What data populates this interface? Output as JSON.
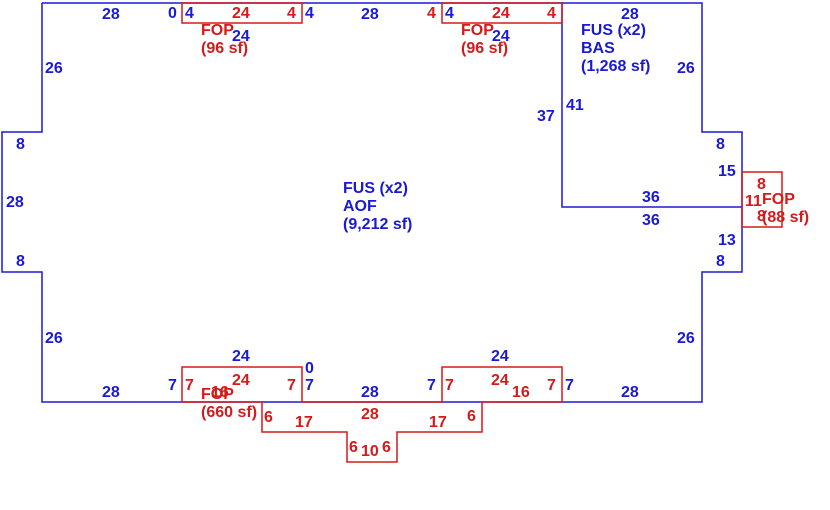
{
  "colors": {
    "main": "#1a1ad6",
    "porch": "#d61a1a"
  },
  "areas": {
    "aof": [
      "FUS (x2)",
      "AOF",
      "(9,212 sf)"
    ],
    "bas": [
      "FUS (x2)",
      "BAS",
      "(1,268 sf)"
    ],
    "fop_top_left": [
      "FOP",
      "(96 sf)"
    ],
    "fop_top_right": [
      "FOP",
      "(96 sf)"
    ],
    "fop_right": [
      "FOP",
      "(88 sf)"
    ],
    "fop_bottom": [
      "FOP",
      "(660 sf)"
    ]
  },
  "dims": {
    "top_28_left": "28",
    "top_0": "0",
    "top_4a": "4",
    "top_24_red_a": "24",
    "top_4_red_a": "4",
    "top_4b": "4",
    "top_28_mid": "28",
    "top_4_red_b": "4",
    "top_4c": "4",
    "top_24_red_b": "24",
    "top_4_red_c": "4",
    "top_24_blue_a": "24",
    "top_24_blue_b": "24",
    "top_28_right": "28",
    "left_26_top": "26",
    "left_8_top": "8",
    "left_28": "28",
    "left_8_bottom": "8",
    "left_26_bottom": "26",
    "bas_37": "37",
    "bas_41": "41",
    "bas_26": "26",
    "bas_36_top": "36",
    "bas_36_bottom": "36",
    "right_8_top": "8",
    "right_15": "15",
    "right_13": "13",
    "right_8_bottom": "8",
    "right_26": "26",
    "fop_r_8_top": "8",
    "fop_r_11": "11",
    "fop_r_8_bottom": "8",
    "bot_28_left": "28",
    "bot_7a": "7",
    "bot_7_red_a": "7",
    "bot_16_red_a": "16",
    "bot_24_red_a": "24",
    "bot_7_red_b": "7",
    "bot_24_blue_a": "24",
    "bot_0": "0",
    "bot_7b": "7",
    "bot_28_mid": "28",
    "bot_7c": "7",
    "bot_7_red_c": "7",
    "bot_24_red_b": "24",
    "bot_16_red_b": "16",
    "bot_7_red_d": "7",
    "bot_24_blue_b": "24",
    "bot_7d": "7",
    "bot_28_right": "28",
    "bot_6_red_a": "6",
    "bot_17_red_a": "17",
    "bot_28_red": "28",
    "bot_17_red_b": "17",
    "bot_6_red_b": "6",
    "bot_6_red_c": "6",
    "bot_10_red": "10",
    "bot_6_red_d": "6"
  }
}
